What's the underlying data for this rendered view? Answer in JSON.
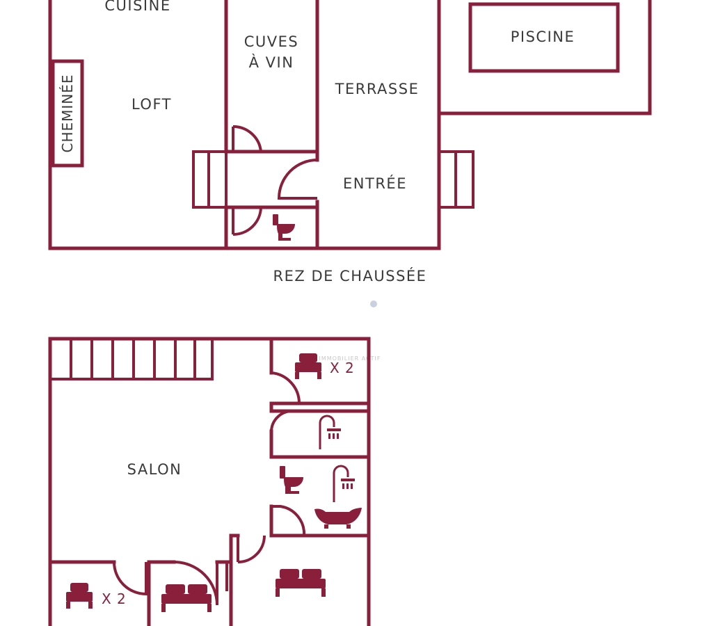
{
  "ground_floor": {
    "title": "REZ DE CHAUSSÉE",
    "rooms": {
      "kitchen": "CUISINE",
      "loft": "LOFT",
      "fireplace": "CHEMINÉE",
      "wine_cellar_line1": "CUVES",
      "wine_cellar_line2": "À VIN",
      "terrace": "TERRASSE",
      "pool": "PISCINE",
      "entrance": "ENTRÉE"
    }
  },
  "upper_floor": {
    "rooms": {
      "salon": "SALON"
    },
    "bed_counts": {
      "top_bedroom": "X 2",
      "bottom_left_bedroom": "X 2"
    }
  },
  "watermark": "IMMOBILIER ACTIF",
  "colors": {
    "walls": "#8a1f3c",
    "text": "#3a3a3a",
    "background": "#ffffff"
  },
  "icons": [
    "toilet-icon",
    "shower-icon",
    "bathtub-icon",
    "bed-icon",
    "double-bed-icon"
  ]
}
